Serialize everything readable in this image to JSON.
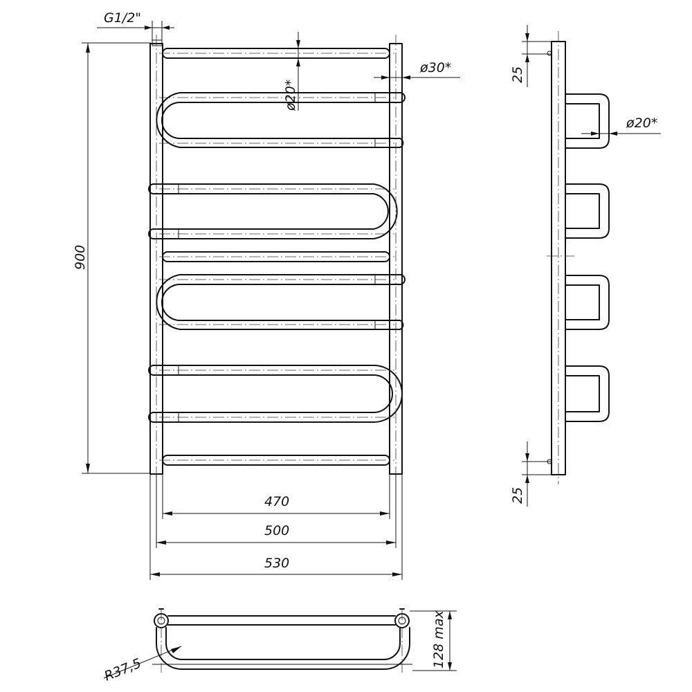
{
  "drawing": {
    "labels": {
      "thread": "G1/2\"",
      "height": "900",
      "pipe_top": "ø30*",
      "pipe_front": "ø20*",
      "pipe_side": "ø20*",
      "width_inner": "470",
      "width_mid": "500",
      "width_outer": "530",
      "offset_top": "25",
      "offset_bottom": "25",
      "radius": "R37,5",
      "depth": "128 max"
    }
  }
}
